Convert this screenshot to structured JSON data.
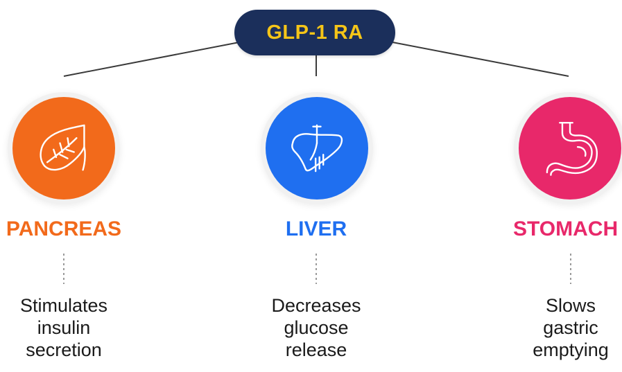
{
  "root": {
    "label": "GLP-1 RA",
    "background": "#1b2f5b",
    "text_color": "#f5c518"
  },
  "organs": [
    {
      "name": "PANCREAS",
      "icon": "pancreas-icon",
      "color": "#f26a1b",
      "effect_lines": [
        "Stimulates",
        "insulin",
        "secretion"
      ]
    },
    {
      "name": "LIVER",
      "icon": "liver-icon",
      "color": "#1f6ff0",
      "effect_lines": [
        "Decreases",
        "glucose",
        "release"
      ]
    },
    {
      "name": "STOMACH",
      "icon": "stomach-icon",
      "color": "#e8286a",
      "effect_lines": [
        "Slows",
        "gastric",
        "emptying"
      ]
    }
  ]
}
